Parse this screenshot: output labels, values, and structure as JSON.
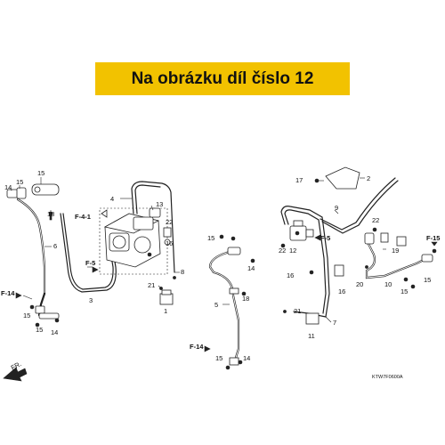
{
  "banner": {
    "text": "Na obrázku díl číslo 12",
    "background": "#f2c200"
  },
  "diagram_code": "KTW7F0600A",
  "direction_label": "FR.",
  "refs": {
    "f41": "F-4-1",
    "f5_left": "F-5",
    "f5_right": "F-5",
    "f14_left": "F-14",
    "f14_bottom": "F-14",
    "f15": "F-15"
  },
  "callouts": {
    "c14_a": "14",
    "c15_a": "15",
    "c15_b": "15",
    "c18_a": "18",
    "c6": "6",
    "c15_c": "15",
    "c14_b": "14",
    "c3": "3",
    "c4": "4",
    "c13": "13",
    "c22_a": "22",
    "c16_a": "16",
    "c8": "8",
    "c21_a": "21",
    "c1": "1",
    "c15_d": "15",
    "c15_e": "15",
    "c14_c": "14",
    "c18_b": "18",
    "c5": "5",
    "c22_b": "22",
    "c12": "12",
    "c16_b": "16",
    "c17": "17",
    "c2": "2",
    "c9": "9",
    "c19": "19",
    "c22_c": "22",
    "c16_c": "16",
    "c20": "20",
    "c10": "10",
    "c15_f": "15",
    "c15_g": "15",
    "c7": "7",
    "c11": "11",
    "c21_b": "21",
    "c15_h": "15",
    "c14_d": "14"
  }
}
